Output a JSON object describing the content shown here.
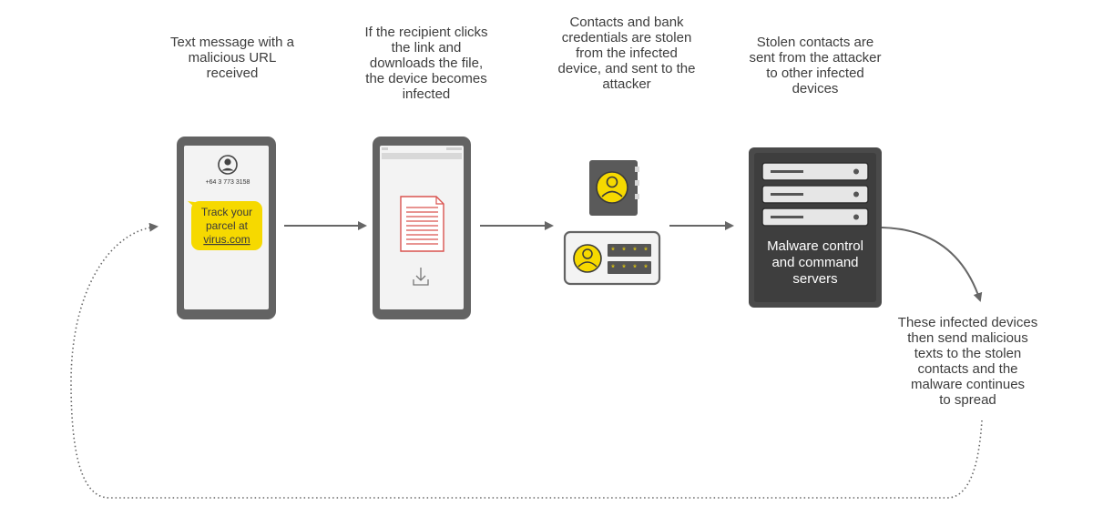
{
  "colors": {
    "device": "#636363",
    "screen": "#f3f3f3",
    "accent_yellow": "#f6d900",
    "doc_red": "#d9534f",
    "arrow": "#666666",
    "server": "#4a4a4a",
    "server_screen": "#3a3a3a",
    "text": "#3d3d3d"
  },
  "steps": [
    {
      "caption_lines": [
        "Text message with a",
        "malicious URL",
        "received"
      ],
      "phone_number": "+64 3 773 3158",
      "sms_lines": [
        "Track your",
        "parcel at",
        "virus.com"
      ],
      "icons": [
        "avatar-icon",
        "sms-bubble"
      ]
    },
    {
      "caption_lines": [
        "If the recipient clicks",
        "the link and",
        "downloads the file,",
        "the device becomes",
        "infected"
      ],
      "icons": [
        "document-icon",
        "download-icon"
      ]
    },
    {
      "caption_lines": [
        "Contacts and bank",
        "credentials are stolen",
        "from the infected",
        "device, and sent to the",
        "attacker"
      ],
      "password_mask_1": "* * * *",
      "password_mask_2": "* * * *",
      "icons": [
        "address-book-icon",
        "credential-card-icon"
      ]
    },
    {
      "caption_lines": [
        "Stolen contacts are",
        "sent from the attacker",
        "to other infected",
        "devices"
      ],
      "server_label_lines": [
        "Malware control",
        "and command",
        "servers"
      ],
      "icons": [
        "server-rack-icon"
      ]
    }
  ],
  "final_caption_lines": [
    "These infected devices",
    "then send malicious",
    "texts to the stolen",
    "contacts and the",
    "malware continues",
    "to spread"
  ]
}
